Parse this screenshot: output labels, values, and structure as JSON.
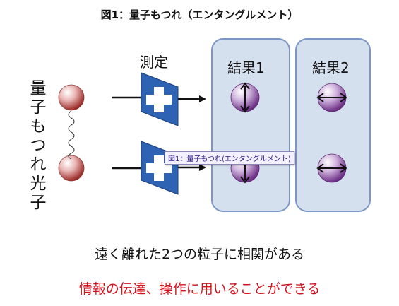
{
  "title": "図1：量子もつれ（エンタングルメント）",
  "labels": {
    "measure": "測定",
    "result1": "結果1",
    "result2": "結果2",
    "photons": [
      "量",
      "子",
      "も",
      "つ",
      "れ",
      "光",
      "子"
    ]
  },
  "tooltip": "図1：量子もつれ(エンタングルメント)",
  "captions": {
    "line1": "遠く離れた2つの粒子に相関がある",
    "line2": "情報の伝達、操作に用いることができる"
  },
  "colors": {
    "panel_fill": "#d5e0ef",
    "panel_border": "#7b96c5",
    "filter_blue": "#2e63b4",
    "caption_red": "#d2141f"
  },
  "icons": {
    "polarizer": "plus-filter-icon",
    "vertical_spin": "vertical-double-arrow-icon",
    "horizontal_spin": "horizontal-double-arrow-icon"
  }
}
